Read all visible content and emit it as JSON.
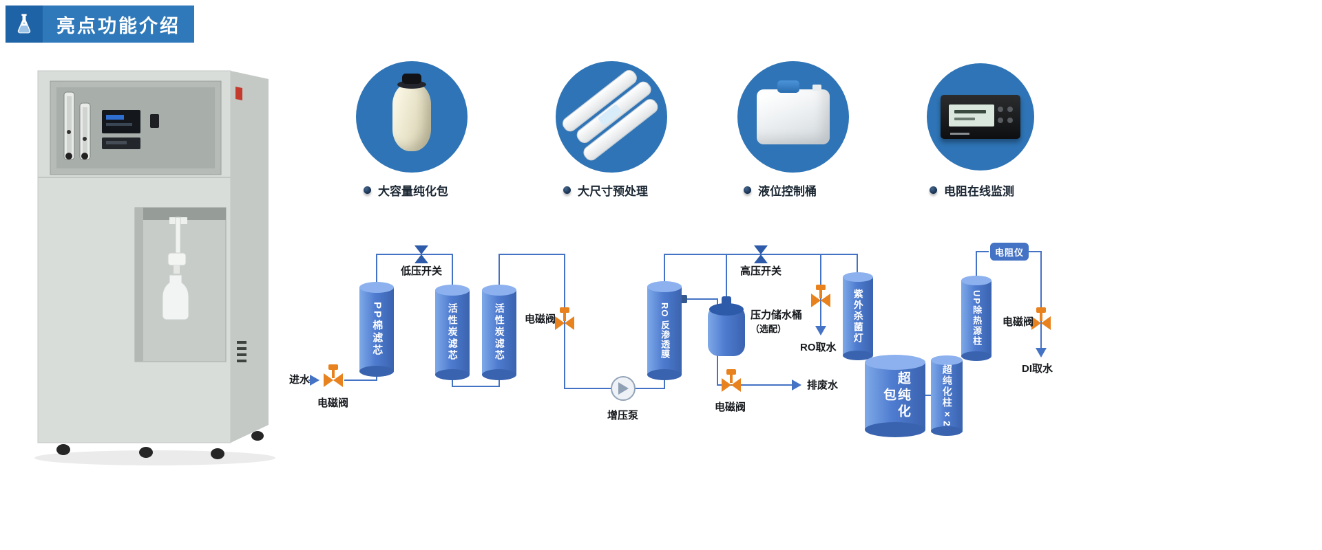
{
  "header": {
    "title": "亮点功能介绍",
    "icon": "flask-icon",
    "bar_color": "#2f79ba",
    "icon_bg_color": "#1e63a6"
  },
  "features": [
    {
      "label": "大容量纯化包",
      "image": "purification-pack-tank"
    },
    {
      "label": "大尺寸预处理",
      "image": "filter-cartridges"
    },
    {
      "label": "液位控制桶",
      "image": "level-control-tank"
    },
    {
      "label": "电阻在线监测",
      "image": "resistivity-monitor"
    }
  ],
  "flow_diagram": {
    "line_color": "#4472c4",
    "valve_color": "#e8821e",
    "switch_color": "#2e5ba9",
    "cylinder_color": "#4a78cb",
    "labels": {
      "inlet": "进水",
      "inlet_valve": "电磁阀",
      "pp_filter": "PP棉滤芯",
      "low_pressure_switch": "低压开关",
      "carbon_filter_1": "活性炭滤芯",
      "carbon_filter_2": "活性炭滤芯",
      "post_valve": "电磁阀",
      "booster_pump": "增压泵",
      "ro_membrane": "RO 反渗透膜",
      "high_pressure_switch": "高压开关",
      "pressure_tank": "压力储水桶",
      "pressure_tank_note": "（选配）",
      "drain_valve": "电磁阀",
      "drain": "排废水",
      "ro_tap": "RO取水",
      "uv_lamp": "紫外杀菌灯",
      "pure_pack": "超纯化包",
      "pure_column": "超纯化柱×2",
      "pyrogen_column": "UP除热源柱",
      "resistivity_meter": "电阻仪",
      "di_valve": "电磁阀",
      "di_tap": "DI取水"
    }
  }
}
